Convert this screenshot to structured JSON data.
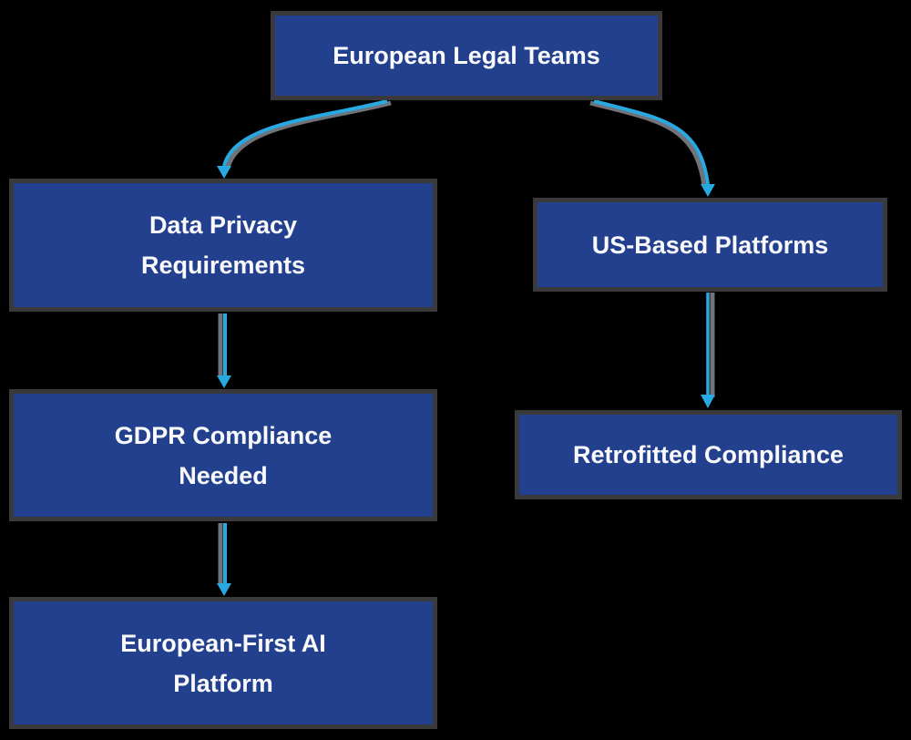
{
  "diagram": {
    "type": "flowchart",
    "background_color": "#000000",
    "colors": {
      "node_fill": "#22408D",
      "node_border": "#3A3A3C",
      "node_text": "#FAFAFC",
      "edge": "#29A9E2",
      "edge_shadow": "#70747A"
    },
    "nodes": [
      {
        "id": "european-legal-teams",
        "label": "European Legal Teams",
        "lines": [
          "European Legal Teams"
        ]
      },
      {
        "id": "data-privacy-requirements",
        "label": "Data Privacy Requirements",
        "lines": [
          "Data Privacy",
          "Requirements"
        ]
      },
      {
        "id": "us-based-platforms",
        "label": "US-Based Platforms",
        "lines": [
          "US-Based Platforms"
        ]
      },
      {
        "id": "gdpr-compliance-needed",
        "label": "GDPR Compliance Needed",
        "lines": [
          "GDPR Compliance",
          "Needed"
        ]
      },
      {
        "id": "retrofitted-compliance",
        "label": "Retrofitted Compliance",
        "lines": [
          "Retrofitted Compliance"
        ]
      },
      {
        "id": "european-first-ai-platform",
        "label": "European-First AI Platform",
        "lines": [
          "European-First AI",
          "Platform"
        ]
      }
    ],
    "edges": [
      {
        "from": "european-legal-teams",
        "to": "data-privacy-requirements"
      },
      {
        "from": "european-legal-teams",
        "to": "us-based-platforms"
      },
      {
        "from": "data-privacy-requirements",
        "to": "gdpr-compliance-needed"
      },
      {
        "from": "gdpr-compliance-needed",
        "to": "european-first-ai-platform"
      },
      {
        "from": "us-based-platforms",
        "to": "retrofitted-compliance"
      }
    ]
  }
}
